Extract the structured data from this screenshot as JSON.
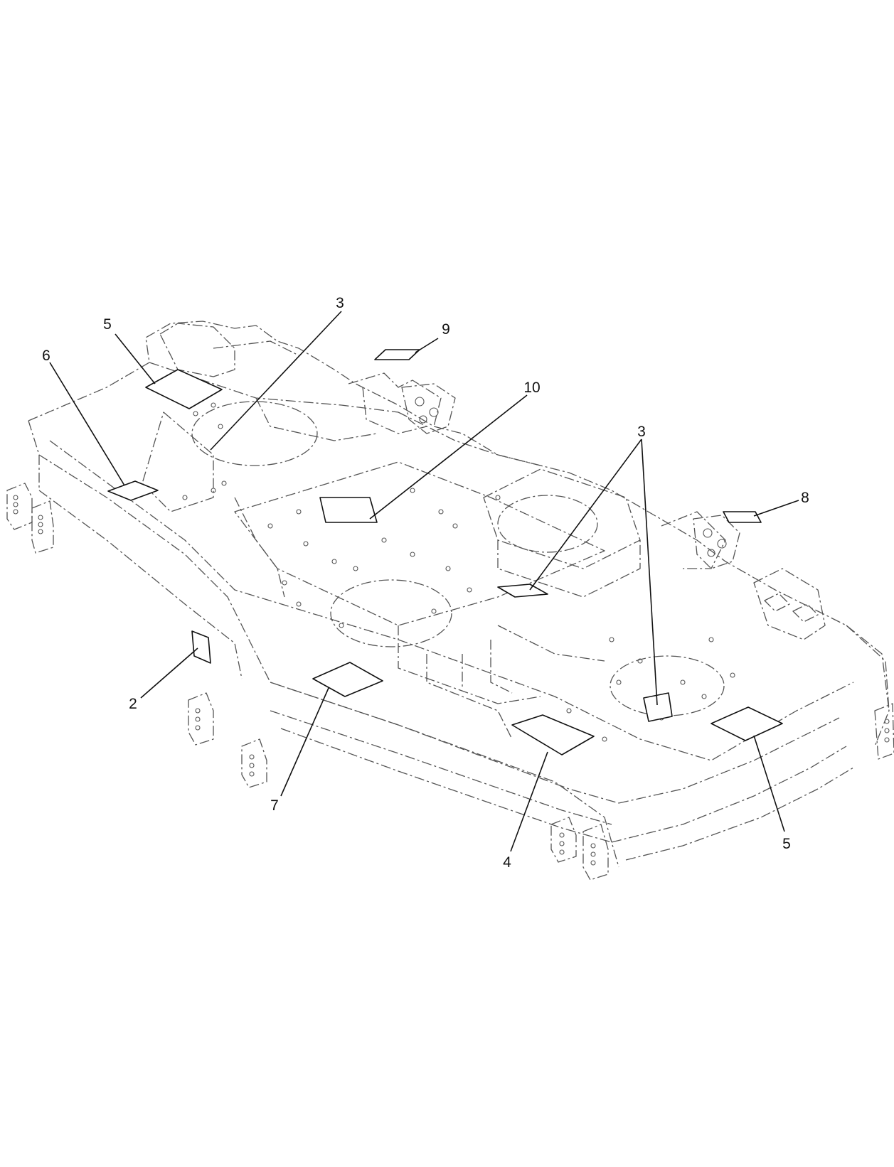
{
  "diagram": {
    "callouts": [
      {
        "id": "c3a",
        "label": "3"
      },
      {
        "id": "c5a",
        "label": "5"
      },
      {
        "id": "c9",
        "label": "9"
      },
      {
        "id": "c6",
        "label": "6"
      },
      {
        "id": "c10",
        "label": "10"
      },
      {
        "id": "c3b",
        "label": "3"
      },
      {
        "id": "c8",
        "label": "8"
      },
      {
        "id": "c2",
        "label": "2"
      },
      {
        "id": "c7",
        "label": "7"
      },
      {
        "id": "c4",
        "label": "4"
      },
      {
        "id": "c5b",
        "label": "5"
      }
    ]
  }
}
